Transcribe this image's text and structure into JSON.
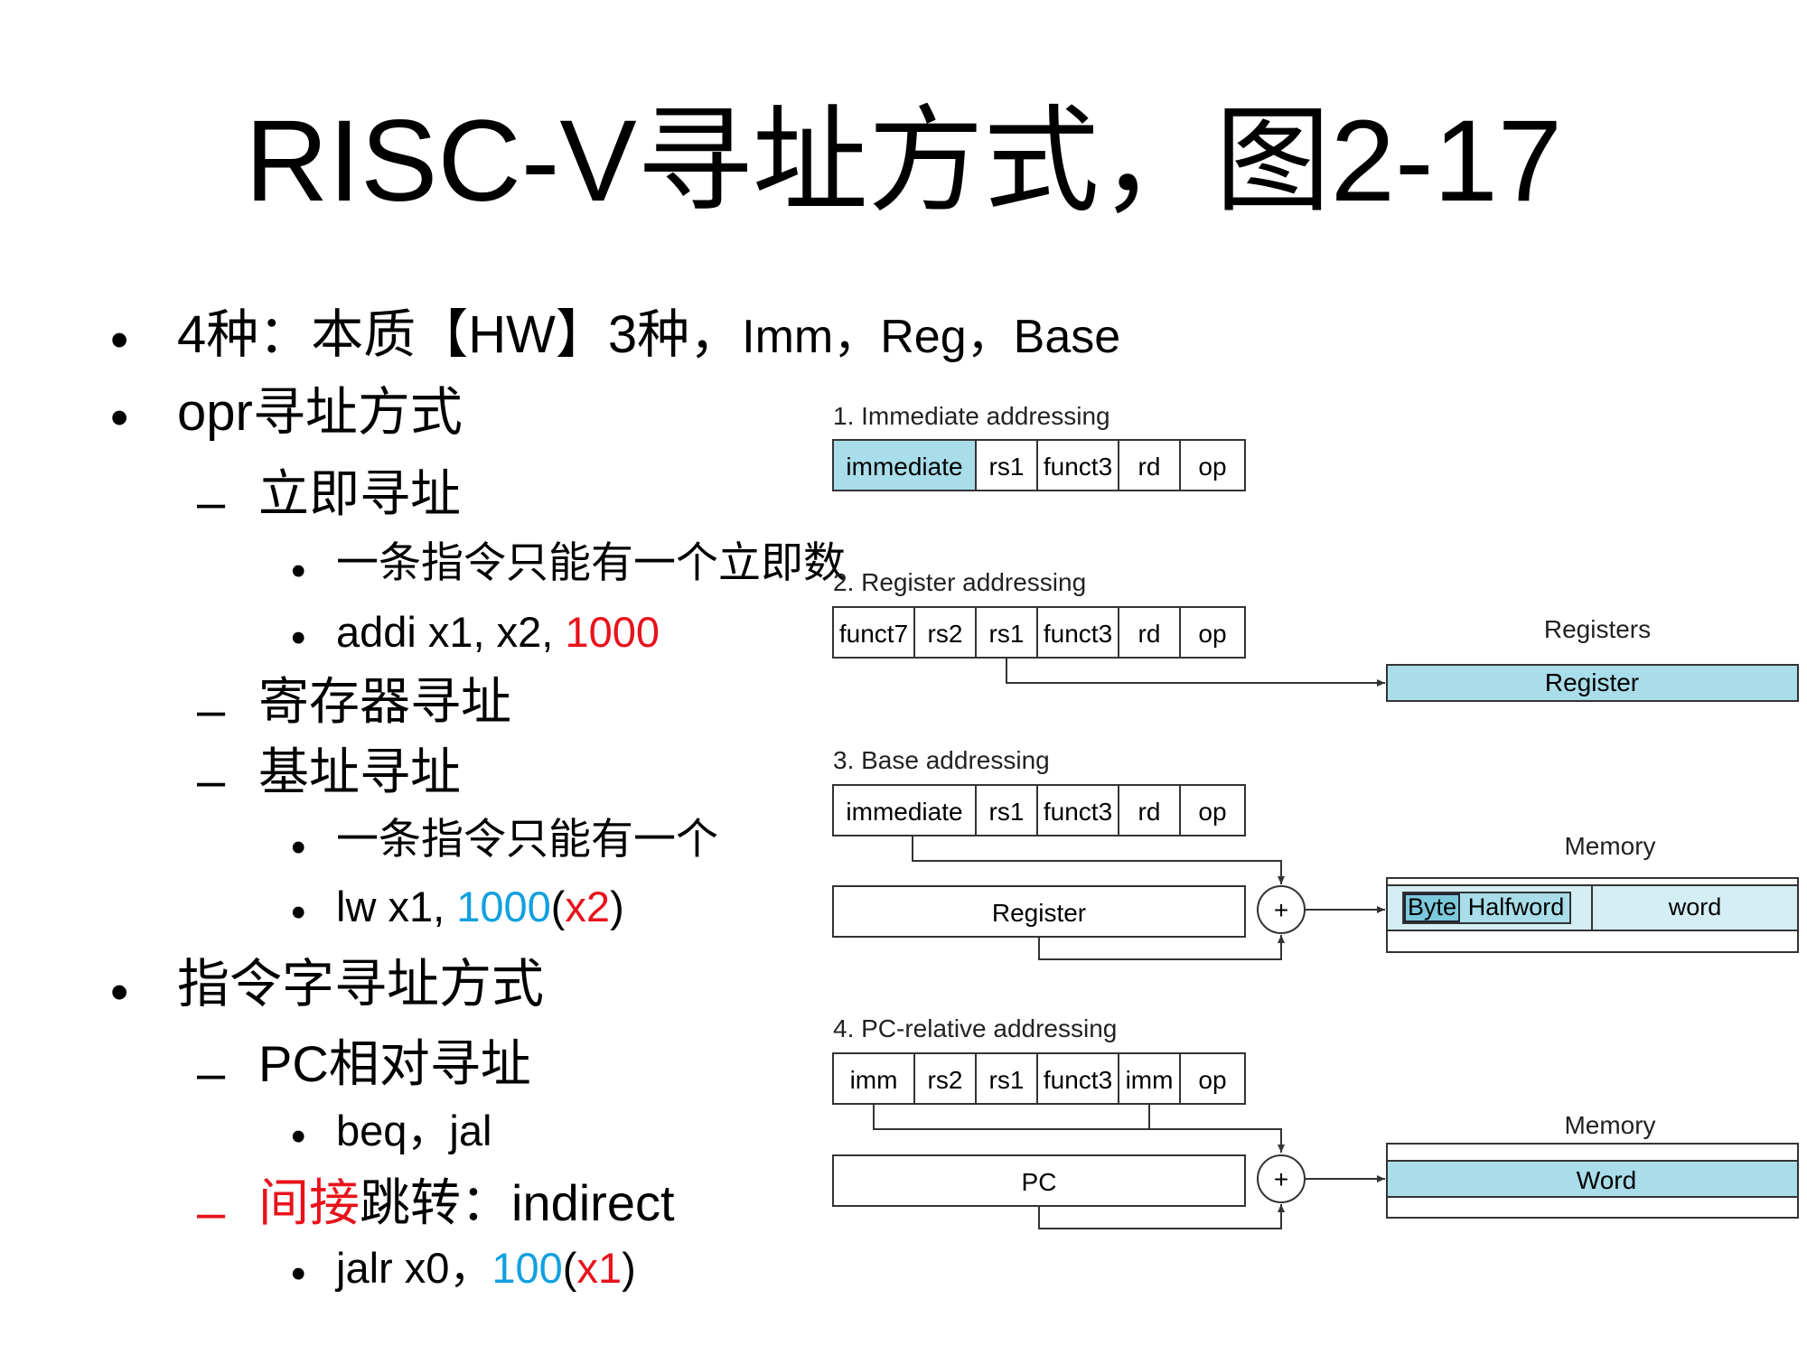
{
  "title": "RISC-V寻址方式，图2-17",
  "bullets": {
    "b1": {
      "part1": "4种：本质【HW】3种，",
      "part2": "Imm，Reg，Base"
    },
    "b2": "opr寻址方式",
    "b2_1": "立即寻址",
    "b2_1_a": "一条指令只能有一个立即数",
    "b2_1_b": {
      "text": "addi x1, x2, ",
      "num": "1000"
    },
    "b2_2": "寄存器寻址",
    "b2_3": "基址寻址",
    "b2_3_a": "一条指令只能有一个",
    "b2_3_b": {
      "pre": "lw x1, ",
      "offset": "1000",
      "lp": "(",
      "reg": "x2",
      "rp": ")"
    },
    "b3": "指令字寻址方式",
    "b3_1": "PC相对寻址",
    "b3_1_a": "beq，jal",
    "b3_2": {
      "red": "间接",
      "rest": "跳转：indirect"
    },
    "b3_2_a": {
      "pre": "jalr x0，",
      "offset": "100",
      "lp": "(",
      "reg": "x1",
      "rp": ")"
    }
  },
  "diagram": {
    "colors": {
      "highlight": "#a8dde9",
      "light": "#d4eef4",
      "stroke": "#333333"
    },
    "s1": {
      "heading": "1.  Immediate addressing",
      "fields": [
        "immediate",
        "rs1",
        "funct3",
        "rd",
        "op"
      ]
    },
    "s2": {
      "heading": "2.  Register addressing",
      "fields": [
        "funct7",
        "rs2",
        "rs1",
        "funct3",
        "rd",
        "op"
      ],
      "target_label": "Registers",
      "target": "Register"
    },
    "s3": {
      "heading": "3.  Base addressing",
      "fields": [
        "immediate",
        "rs1",
        "funct3",
        "rd",
        "op"
      ],
      "register": "Register",
      "adder": "+",
      "memory_label": "Memory",
      "memory_cells": [
        "Byte",
        "Halfword",
        "word"
      ]
    },
    "s4": {
      "heading": "4.  PC-relative addressing",
      "fields": [
        "imm",
        "rs2",
        "rs1",
        "funct3",
        "imm",
        "op"
      ],
      "pc": "PC",
      "adder": "+",
      "memory_label": "Memory",
      "memory_cell": "Word"
    }
  }
}
